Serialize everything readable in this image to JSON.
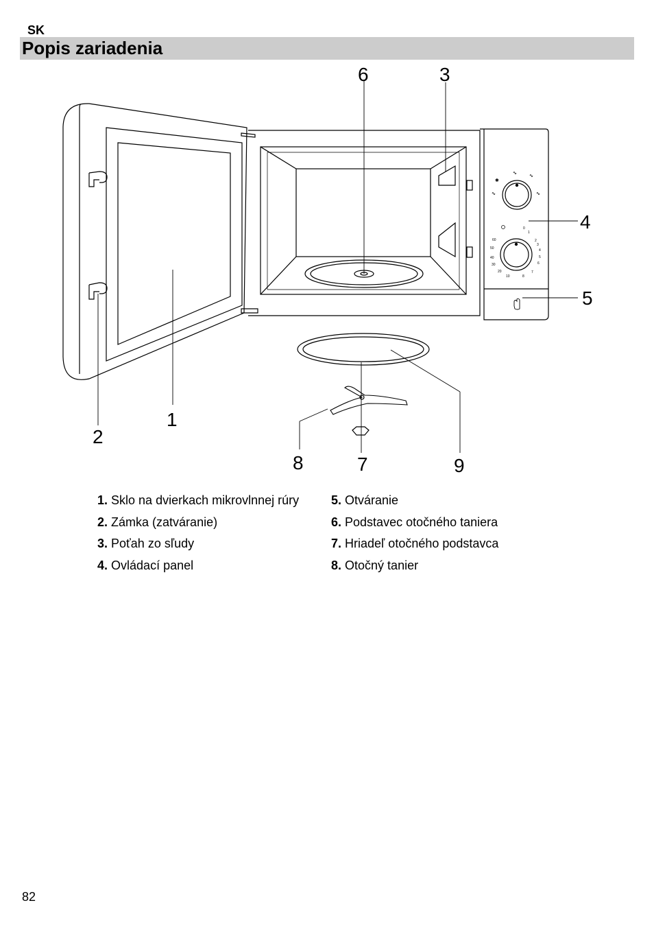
{
  "header": {
    "lang": "SK",
    "title": "Popis zariadenia"
  },
  "diagram": {
    "callouts": {
      "c1": "1",
      "c2": "2",
      "c3": "3",
      "c4": "4",
      "c5": "5",
      "c6": "6",
      "c7": "7",
      "c8": "8",
      "c9": "9"
    },
    "timer_ticks": [
      "0",
      "1",
      "2",
      "3",
      "4",
      "5",
      "6",
      "7",
      "8",
      "10",
      "20",
      "30",
      "40",
      "50",
      "60"
    ]
  },
  "legend": {
    "left": [
      {
        "num": "1.",
        "text": "Sklo na dvierkach mikrovlnnej rúry"
      },
      {
        "num": "2.",
        "text": "Zámka (zatváranie)"
      },
      {
        "num": "3.",
        "text": "Poťah zo sľudy"
      },
      {
        "num": "4.",
        "text": "Ovládací panel"
      }
    ],
    "right": [
      {
        "num": "5.",
        "text": "Otváranie"
      },
      {
        "num": "6.",
        "text": " Podstavec otočného taniera"
      },
      {
        "num": "7.",
        "text": " Hriadeľ otočného podstavca"
      },
      {
        "num": "8.",
        "text": " Otočný tanier"
      }
    ]
  },
  "footer": {
    "page_number": "82"
  }
}
